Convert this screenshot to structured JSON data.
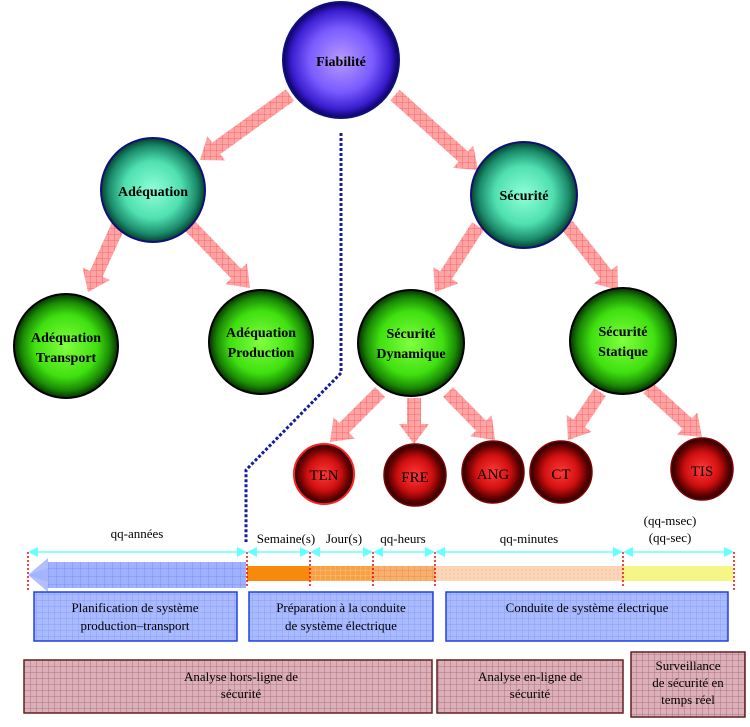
{
  "tree": {
    "root": {
      "label": [
        "Fiabilité"
      ],
      "color": "blue"
    },
    "level1": [
      {
        "label": [
          "Adéquation"
        ],
        "color": "teal"
      },
      {
        "label": [
          "Sécurité"
        ],
        "color": "teal"
      }
    ],
    "level2": [
      {
        "label": [
          "Adéquation",
          "Transport"
        ],
        "color": "green"
      },
      {
        "label": [
          "Adéquation",
          "Production"
        ],
        "color": "green"
      },
      {
        "label": [
          "Sécurité",
          "Dynamique"
        ],
        "color": "green"
      },
      {
        "label": [
          "Sécurité",
          "Statique"
        ],
        "color": "green"
      }
    ],
    "leaves": [
      {
        "label": "TEN",
        "parent": "Sécurité Dynamique"
      },
      {
        "label": "FRE",
        "parent": "Sécurité Dynamique"
      },
      {
        "label": "ANG",
        "parent": "Sécurité Dynamique"
      },
      {
        "label": "CT",
        "parent": "Sécurité Statique"
      },
      {
        "label": "TIS",
        "parent": "Sécurité Statique"
      }
    ]
  },
  "timeline": {
    "scales": [
      {
        "label": [
          "qq-années"
        ]
      },
      {
        "label": [
          "Semaine(s)"
        ]
      },
      {
        "label": [
          "Jour(s)"
        ]
      },
      {
        "label": [
          "qq-heurs"
        ]
      },
      {
        "label": [
          "qq-minutes"
        ]
      },
      {
        "label": [
          "(qq-msec)",
          "(qq-sec)"
        ]
      }
    ]
  },
  "activities": [
    {
      "label": [
        "Planification de système",
        "production–transport"
      ]
    },
    {
      "label": [
        "Préparation à la conduite",
        "de système électrique"
      ]
    },
    {
      "label": [
        "Conduite de système électrique"
      ]
    }
  ],
  "analyses": [
    {
      "label": [
        "Analyse hors-ligne de",
        "sécurité"
      ]
    },
    {
      "label": [
        "Analyse en-ligne de",
        "sécurité"
      ]
    },
    {
      "label": [
        "Surveillance",
        "de sécurité en",
        "temps réel"
      ]
    }
  ],
  "colors": {
    "arrow_fill": "#ff9a9a",
    "arrow_hatch": "#ff3030",
    "dashed_line": "#1a1aa0",
    "timeline_arrow": "#66ffff",
    "marker_line": "#ff0000",
    "activity_fill": "#a8b8ff",
    "activity_border": "#2040e0",
    "analysis_fill": "#d8a8b0",
    "analysis_border": "#602020"
  }
}
